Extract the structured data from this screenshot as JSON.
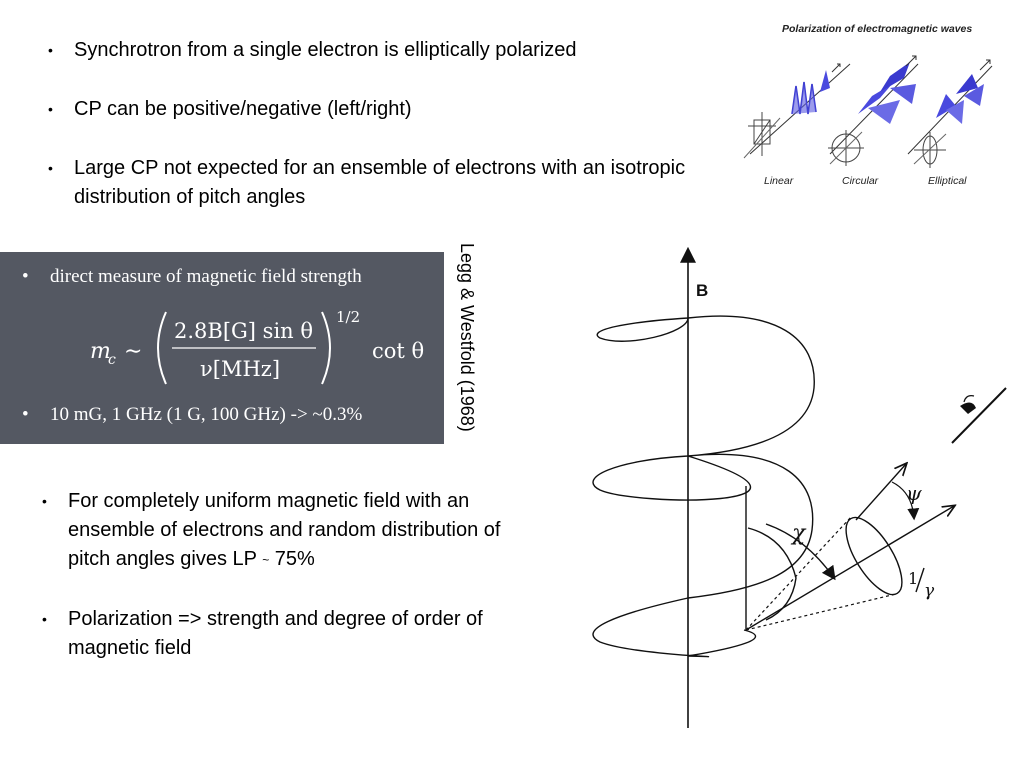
{
  "top_bullets": [
    {
      "text": "Synchrotron from a single electron is elliptically polarized"
    },
    {
      "text": "CP can be positive/negative (left/right)"
    },
    {
      "text": "Large CP not expected for an ensemble of electrons with an isotropic distribution of pitch angles"
    }
  ],
  "formula_panel": {
    "bullet_1": "direct measure of magnetic field strength",
    "formula_lhs": "m",
    "formula_lhs_sub": "c",
    "formula_sim": "∼",
    "numerator": "2.8B[G] sin θ",
    "denominator": "ν[MHz]",
    "exponent": "1/2",
    "formula_rhs": "cot θ",
    "bullet_2": "10 mG, 1 GHz (1 G, 100 GHz) -> ~0.3%"
  },
  "citation": "Legg & Westfold (1968)",
  "bottom_bullets": {
    "b1_main": "For completely uniform magnetic field with an ensemble of electrons and random distribution of pitch angles gives LP",
    "b1_tilde": "~",
    "b1_value": "75%",
    "b2": "Polarization => strength and degree of order of magnetic field"
  },
  "polarization_figure": {
    "title": "Polarization of  electromagnetic waves",
    "labels": [
      "Linear",
      "Circular",
      "Elliptical"
    ],
    "wave_color": "#4a4adf"
  },
  "helix_diagram": {
    "label_b": "B",
    "label_chi": "χ",
    "label_psi": "ψ",
    "label_one": "1",
    "label_gamma": "γ"
  }
}
